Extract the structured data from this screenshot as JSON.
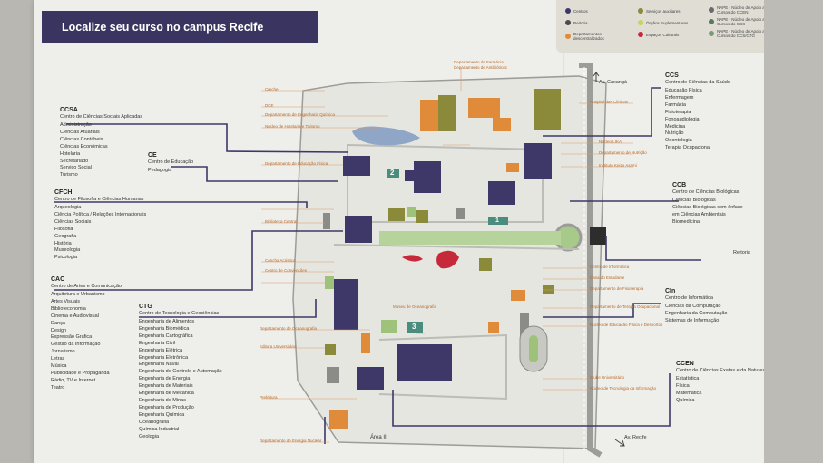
{
  "title": "Localize seu curso no campus Recife",
  "legend": [
    {
      "label": "Centros",
      "color": "#3d3868"
    },
    {
      "label": "Reitoria",
      "color": "#4a4a4a"
    },
    {
      "label": "Departamentos descentralizados",
      "color": "#e08b3a"
    },
    {
      "label": "Serviços auxiliares",
      "color": "#8a8a3a"
    },
    {
      "label": "Órgãos Suplementares",
      "color": "#c8d45a"
    },
    {
      "label": "Espaços Culturais",
      "color": "#c62a3a"
    },
    {
      "label": "NAPE - Núcleo de Apoio aos Cursos do CCEN",
      "color": "#6a6a6a"
    },
    {
      "label": "NAPE - Núcleo de Apoio aos Cursos do CCS",
      "color": "#5a7a5a"
    },
    {
      "label": "NAPE - Núcleo de Apoio aos Cursos do CCS/CTG",
      "color": "#7a9a7a"
    }
  ],
  "centers": {
    "ccsa": {
      "code": "CCSA",
      "full": "Centro de Ciências Sociais Aplicadas",
      "items": [
        "Administração",
        "Ciências Atuariais",
        "Ciências Contábeis",
        "Ciências Econômicas",
        "Hotelaria",
        "Secretariado",
        "Serviço Social",
        "Turismo"
      ]
    },
    "ce": {
      "code": "CE",
      "full": "Centro de Educação",
      "items": [
        "Pedagogia"
      ]
    },
    "cfch": {
      "code": "CFCH",
      "full": "Centro de Filosofia e Ciências Humanas",
      "items": [
        "Arqueologia",
        "Ciência Política / Relações Internacionais",
        "Ciências Sociais",
        "Filosofia",
        "Geografia",
        "História",
        "Museologia",
        "Psicologia"
      ]
    },
    "cac": {
      "code": "CAC",
      "full": "Centro de Artes e Comunicação",
      "items": [
        "Arquitetura e Urbanismo",
        "Artes Visuais",
        "Biblioteconomia",
        "Cinema e Audiovisual",
        "Dança",
        "Design",
        "Expressão Gráfica",
        "Gestão da Informação",
        "Jornalismo",
        "Letras",
        "Música",
        "Publicidade e Propaganda",
        "Rádio, TV e Internet",
        "Teatro"
      ]
    },
    "ctg": {
      "code": "CTG",
      "full": "Centro de Tecnologia e Geociências",
      "items": [
        "Engenharia de Alimentos",
        "Engenharia Biomédica",
        "Engenharia Cartográfica",
        "Engenharia Civil",
        "Engenharia Elétrica",
        "Engenharia Eletrônica",
        "Engenharia Naval",
        "Engenharia de Controle e Automação",
        "Engenharia de Energia",
        "Engenharia de Materiais",
        "Engenharia de Mecânica",
        "Engenharia de Minas",
        "Engenharia de Produção",
        "Engenharia Química",
        "Oceanografia",
        "Química Industrial",
        "Geologia"
      ]
    },
    "ccs": {
      "code": "CCS",
      "full": "Centro de Ciências da Saúde",
      "items": [
        "Educação Física",
        "Enfermagem",
        "Farmácia",
        "Fisioterapia",
        "Fonoaudiologia",
        "Medicina",
        "Nutrição",
        "Odontologia",
        "Terapia Ocupacional"
      ]
    },
    "ccb": {
      "code": "CCB",
      "full": "Centro de Ciências Biológicas",
      "items": [
        "Ciências Biológicas",
        "Ciências Biológicas com ênfase",
        "em Ciências Ambientais",
        "Biomedicina"
      ]
    },
    "cin": {
      "code": "CIn",
      "full": "Centro de Informática",
      "items": [
        "Ciências da Computação",
        "Engenharia da Computação",
        "Sistemas de Informação"
      ]
    },
    "ccen": {
      "code": "CCEN",
      "full": "Centro de Ciências Exatas e da Natureza",
      "items": [
        "Estatística",
        "Física",
        "Matemática",
        "Química"
      ]
    }
  },
  "map": {
    "reitoria": "Reitoria",
    "av_caxanga": "Av. Caxangá",
    "av_recife": "Av. Recife",
    "area_ii": "Área II",
    "markers": [
      "1",
      "2",
      "3"
    ],
    "labels": {
      "dep_farmacia": "Departamento de Farmácia",
      "dep_antibioticos": "Departamento de Antibióticos",
      "creche": "Creche",
      "dce": "DCE",
      "dep_eng_quimica": "Departamento de Engenharia Química",
      "dep_hotelaria": "Núcleo de Hotelaria e Turismo",
      "hospital": "Hospital das Clínicas",
      "nucleo_lika": "Núcleo LIKA",
      "dep_nutricao": "Departamento de Nutrição",
      "instituto": "Instituto Keizo Asami",
      "dep_educacao_fisica": "Departamento de Educação Física",
      "biblioteca": "Biblioteca Central",
      "concha": "Concha Acústica",
      "centro_convencoes": "Centro de Convenções",
      "centro_informacao": "Centro de Informática",
      "casa_estudante": "Casa do Estudante",
      "dep_fisioterapia": "Departamento de Fisioterapia",
      "dep_terapia": "Departamento de Terapia Ocupacional",
      "nucleo_ed_fisica": "Núcleo de Educação Física e Desportos",
      "museu_oceanografia": "Museu de Oceanografia",
      "dep_oceanografia": "Departamento de Oceanografia",
      "editora": "Editora Universitária",
      "clube": "Clube Universitário",
      "nucleo_tec": "Núcleo de Tecnologia da Informação",
      "prefeitura": "Prefeitura",
      "dep_energia": "Departamento de Energia Nuclear"
    }
  }
}
